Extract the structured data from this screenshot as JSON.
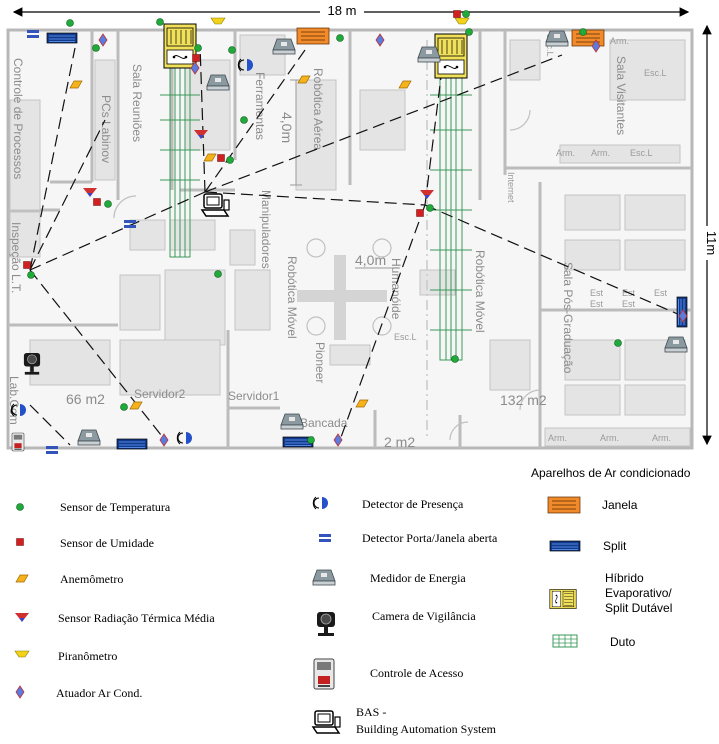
{
  "dimensions": {
    "width_label": "18 m",
    "height_label": "11m",
    "inner_a": "4,0m",
    "inner_b": "4,0m"
  },
  "rooms": {
    "controle": "Controle de Processos",
    "inspecao": "Inspeção L.T.",
    "pcs": "PCs Labinov",
    "reunioes": "Sala Reuniões",
    "ferramentas": "Ferramentas",
    "robotica_aerea": "Robótica Aérea",
    "manipuladores": "Manipuladores",
    "robotica_movel_a": "Robótica Móvel",
    "humanoide": "Humanóide",
    "robotica_movel_b": "Robótica Móvel",
    "pioneer": "Pioneer",
    "servidor1": "Servidor1",
    "servidor2": "Servidor2",
    "bancada": "Bancada",
    "internet": "Internet",
    "visitantes": "Sala Visitantes",
    "pos": "Sala Pós-Graduação",
    "labcom": "Lab.Com",
    "esc": "Esc.L",
    "arm": "Arm.",
    "est": "Est"
  },
  "areas": {
    "a66": "66 m2",
    "a132": "132 m2",
    "a2": "2 m2"
  },
  "legend": {
    "temperatura": "Sensor de Temperatura",
    "umidade": "Sensor de Umidade",
    "anemometro": "Anemômetro",
    "radiacao": "Sensor Radiação Térmica Média",
    "piranometro": "Piranômetro",
    "atuador": "Atuador Ar Cond.",
    "presenca": "Detector de Presença",
    "porta": "Detector Porta/Janela aberta",
    "energia": "Medidor de Energia",
    "camera": "Camera de Vigilância",
    "acesso": "Controle de Acesso",
    "bas_line1": "BAS -",
    "bas_line2": "Building Automation System"
  },
  "ac_legend": {
    "title": "Aparelhos de Ar condicionado",
    "janela": "Janela",
    "split": "Split",
    "hibrido_1": "Híbrido",
    "hibrido_2": "Evaporativo/",
    "hibrido_3": "Split Dutável",
    "duto": "Duto"
  },
  "colors": {
    "temperature": "#1faa3a",
    "humidity": "#d02020",
    "anemometer": "#f5b21a",
    "radiation_top": "#d03030",
    "radiation_bottom": "#4040c0",
    "pyranometer": "#f3d21a",
    "actuator": "#5a7be0",
    "window_ac": "#f08a2a",
    "split_ac": "#123a8a",
    "hybrid_ac": "#f1e05a",
    "duct": "#3a9a5a",
    "wall": "#b8b8b8"
  }
}
